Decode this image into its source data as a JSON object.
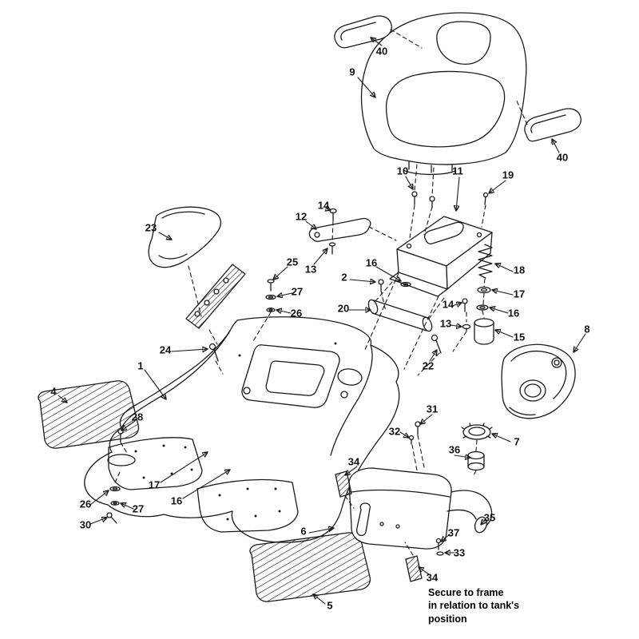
{
  "figure": {
    "note": "Secure to frame\nin relation to tank's\nposition"
  },
  "colors": {
    "background": "#ffffff",
    "line": "#1a1a1a"
  },
  "callouts": [
    {
      "label": "40"
    },
    {
      "label": "9"
    },
    {
      "label": "40"
    },
    {
      "label": "10"
    },
    {
      "label": "11"
    },
    {
      "label": "19"
    },
    {
      "label": "12"
    },
    {
      "label": "14"
    },
    {
      "label": "23"
    },
    {
      "label": "13"
    },
    {
      "label": "25"
    },
    {
      "label": "16"
    },
    {
      "label": "2"
    },
    {
      "label": "27"
    },
    {
      "label": "26"
    },
    {
      "label": "20"
    },
    {
      "label": "14"
    },
    {
      "label": "18"
    },
    {
      "label": "17"
    },
    {
      "label": "16"
    },
    {
      "label": "13"
    },
    {
      "label": "15"
    },
    {
      "label": "8"
    },
    {
      "label": "22"
    },
    {
      "label": "24"
    },
    {
      "label": "1"
    },
    {
      "label": "4"
    },
    {
      "label": "28"
    },
    {
      "label": "31"
    },
    {
      "label": "32"
    },
    {
      "label": "7"
    },
    {
      "label": "36"
    },
    {
      "label": "17"
    },
    {
      "label": "16"
    },
    {
      "label": "26"
    },
    {
      "label": "27"
    },
    {
      "label": "30"
    },
    {
      "label": "34"
    },
    {
      "label": "6"
    },
    {
      "label": "35"
    },
    {
      "label": "37"
    },
    {
      "label": "33"
    },
    {
      "label": "34"
    },
    {
      "label": "5"
    }
  ]
}
